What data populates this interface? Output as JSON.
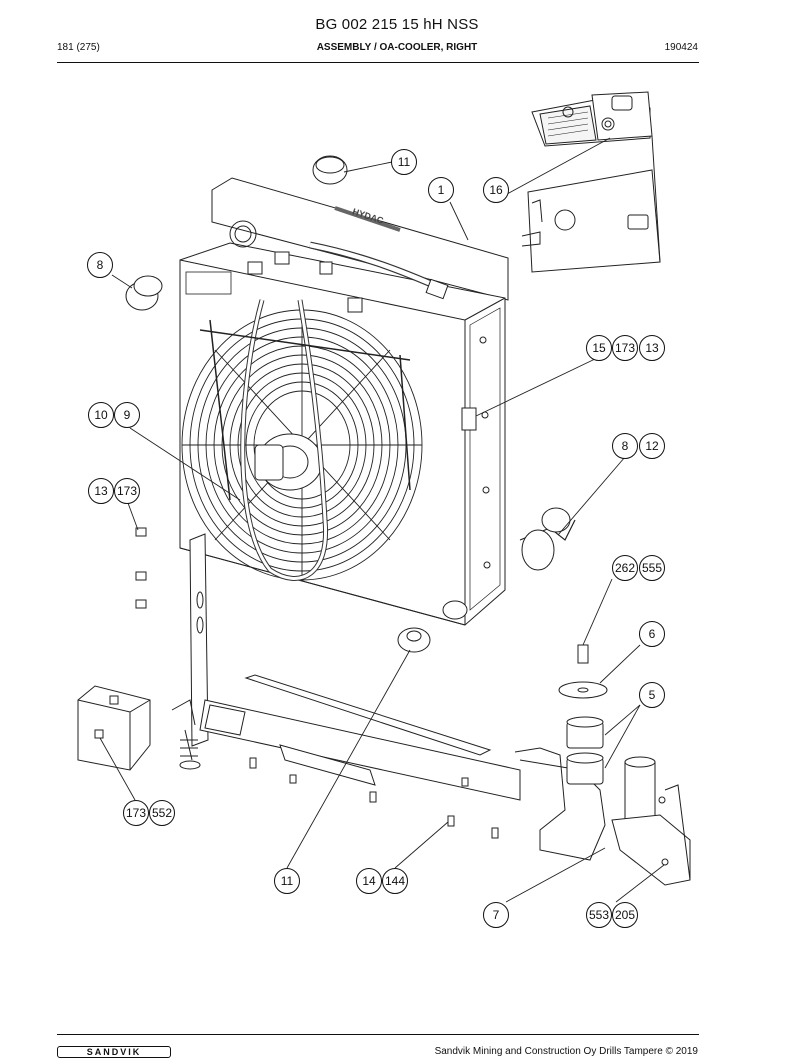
{
  "header": {
    "title": "BG 002 215 15 hH NSS",
    "page": "181 (275)",
    "section": "ASSEMBLY / OA-COOLER, RIGHT",
    "date_code": "190424"
  },
  "drawing": {
    "nameplate": "HYDAC"
  },
  "callouts": [
    {
      "id": "c-11-top",
      "labels": [
        "11"
      ]
    },
    {
      "id": "c-1",
      "labels": [
        "1"
      ]
    },
    {
      "id": "c-16",
      "labels": [
        "16"
      ]
    },
    {
      "id": "c-8-left",
      "labels": [
        "8"
      ]
    },
    {
      "id": "c-15-173-13",
      "labels": [
        "15",
        "173",
        "13"
      ]
    },
    {
      "id": "c-10-9",
      "labels": [
        "10",
        "9"
      ]
    },
    {
      "id": "c-8-12",
      "labels": [
        "8",
        "12"
      ]
    },
    {
      "id": "c-13-173",
      "labels": [
        "13",
        "173"
      ]
    },
    {
      "id": "c-262-555",
      "labels": [
        "262",
        "555"
      ]
    },
    {
      "id": "c-6",
      "labels": [
        "6"
      ]
    },
    {
      "id": "c-5",
      "labels": [
        "5"
      ]
    },
    {
      "id": "c-173-552",
      "labels": [
        "173",
        "552"
      ]
    },
    {
      "id": "c-11-bottom",
      "labels": [
        "11"
      ]
    },
    {
      "id": "c-14-144",
      "labels": [
        "14",
        "144"
      ]
    },
    {
      "id": "c-7",
      "labels": [
        "7"
      ]
    },
    {
      "id": "c-553-205",
      "labels": [
        "553",
        "205"
      ]
    }
  ],
  "footer": {
    "logo": "SANDVIK",
    "copyright": "Sandvik Mining and Construction Oy Drills Tampere © 2019"
  }
}
